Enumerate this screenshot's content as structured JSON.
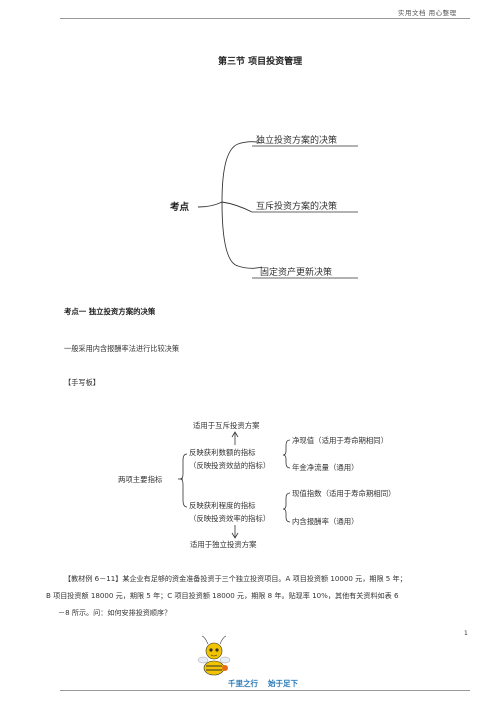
{
  "header": {
    "text": "实用文档    用心整理"
  },
  "title": "第三节   项目投资管理",
  "mindmap": {
    "center": "考点",
    "branches": [
      "独立投资方案的决策",
      "互斥投资方案的决策",
      "固定资产更新决策"
    ]
  },
  "section": {
    "heading": "考点一   独立投资方案的决策",
    "intro": "一般采用内含报酬率法进行比较决策",
    "handwritten_label": "【手写板】"
  },
  "diagram": {
    "root": "两项主要指标",
    "top_note": "适用于互斥投资方案",
    "bottom_note": "适用于独立投资方案",
    "group1": {
      "line1": "反映获利数额的指标",
      "line2": "（反映投资效益的指标）",
      "items": [
        "净现值（适用于寿命期相同）",
        "年金净流量（通用）"
      ]
    },
    "group2": {
      "line1": "反映获利程度的指标",
      "line2": "（反映投资效率的指标）",
      "items": [
        "现值指数（适用于寿命期相同）",
        "内含报酬率（通用）"
      ]
    }
  },
  "example": {
    "line1": "【教材例 6－11】某企业有足够的资金准备投资于三个独立投资项目。A 项目投资额 10000 元，期限 5 年；",
    "line2": "B 项目投资额 18000 元，期限 5 年；C 项目投资额 18000 元，期限 8 年。贴现率 10%，其他有关资料如表 6",
    "line3": "－8 所示。问：如何安排投资顺序？"
  },
  "page_number": "1",
  "footer": {
    "left": "千里之行",
    "right": "始于足下"
  },
  "colors": {
    "footer_text": "#2a7ab8",
    "mascot_yellow": "#f2c300",
    "mascot_dark": "#333333"
  }
}
